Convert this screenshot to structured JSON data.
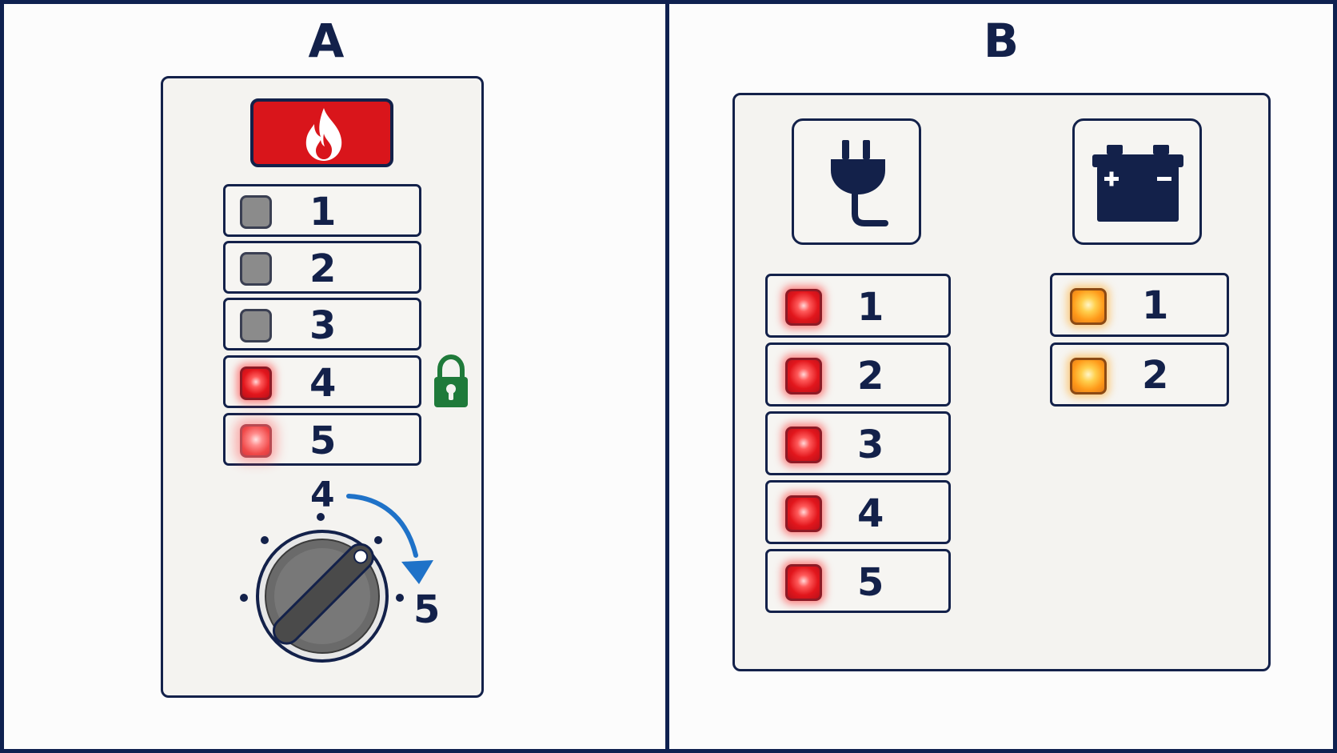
{
  "panel_a": {
    "title": "A",
    "heater_icon": "flame-icon",
    "levels": [
      {
        "label": "1",
        "state": "off"
      },
      {
        "label": "2",
        "state": "off"
      },
      {
        "label": "3",
        "state": "off"
      },
      {
        "label": "4",
        "state": "on-red"
      },
      {
        "label": "5",
        "state": "on-red-dim"
      }
    ],
    "lock_icon": "padlock-icon",
    "lock_color": "#1f7a3a",
    "dial": {
      "from_label": "4",
      "to_label": "5",
      "arrow_color": "#1f72c8",
      "icon": "rotary-knob-icon"
    }
  },
  "panel_b": {
    "title": "B",
    "mains": {
      "icon": "power-plug-icon",
      "levels": [
        {
          "label": "1",
          "state": "on-red"
        },
        {
          "label": "2",
          "state": "on-red"
        },
        {
          "label": "3",
          "state": "on-red"
        },
        {
          "label": "4",
          "state": "on-red"
        },
        {
          "label": "5",
          "state": "on-red"
        }
      ]
    },
    "battery": {
      "icon": "battery-icon",
      "levels": [
        {
          "label": "1",
          "state": "on-amber"
        },
        {
          "label": "2",
          "state": "on-amber"
        }
      ]
    }
  },
  "colors": {
    "outline": "#13214a",
    "flame_bg": "#d9151b",
    "led_red": "#e2161c",
    "led_amber": "#ff9a1a",
    "led_off": "#8b8b8b"
  }
}
